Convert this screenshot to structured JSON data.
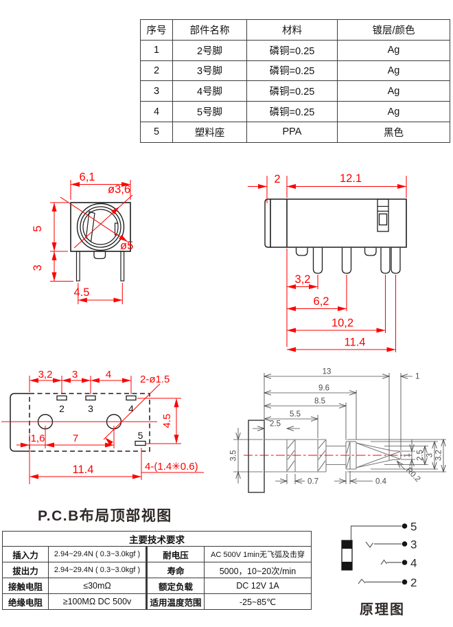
{
  "parts_table": {
    "headers": [
      "序号",
      "部件名称",
      "材料",
      "镀层/颜色"
    ],
    "rows": [
      [
        "1",
        "2号脚",
        "磷铜=0.25",
        "Ag"
      ],
      [
        "2",
        "3号脚",
        "磷铜=0.25",
        "Ag"
      ],
      [
        "3",
        "4号脚",
        "磷铜=0.25",
        "Ag"
      ],
      [
        "4",
        "5号脚",
        "磷铜=0.25",
        "Ag"
      ],
      [
        "5",
        "塑料座",
        "PPA",
        "黑色"
      ]
    ]
  },
  "front_view": {
    "dim_width": "6,1",
    "dim_tip_dia": "ø3,6",
    "dim_sleeve_dia": "ø5",
    "dim_height": "5",
    "dim_pin_len": "3",
    "dim_pin_span": "4.5"
  },
  "side_view": {
    "dim_front": "2",
    "dim_body_len": "12.1",
    "dim_pin1": "3,2",
    "dim_pin2": "6,2",
    "dim_pin3": "10,2",
    "dim_pin4": "11.4"
  },
  "pcb_view": {
    "caption": "P.C.B布局顶部视图",
    "dim_a": "3,2",
    "dim_b": "3",
    "dim_c": "4",
    "dim_holes": "2-ø1.5",
    "dim_v": "4.5",
    "dim_d": "1,6",
    "dim_e": "7",
    "dim_total": "11.4",
    "dim_pads": "4-(1.4✳0.6)",
    "pad2": "2",
    "pad3": "3",
    "pad4": "4",
    "pad5": "5"
  },
  "plug_view": {
    "dim_13": "13",
    "dim_96": "9.6",
    "dim_85": "8.5",
    "dim_55": "5.5",
    "dim_25": "2.5",
    "dim_35": "3.5",
    "dim_07": "0.7",
    "dim_04": "0.4",
    "dim_tip": "1",
    "dim_r": "R0.2",
    "dim_d1": "1",
    "dim_d25": "2.5",
    "dim_d3": "3",
    "dim_d32": "3.2"
  },
  "tech_table": {
    "title": "主要技术要求",
    "rows": [
      [
        "插入力",
        "2.94~29.4N ( 0.3~3.0kgf )",
        "耐电压",
        "AC 500V 1min无飞弧及击穿"
      ],
      [
        "拔出力",
        "2.94~29.4N ( 0.3~3.0kgf )",
        "寿命",
        "5000，10~20次/min"
      ],
      [
        "接触电阻",
        "≤30mΩ",
        "额定负载",
        "DC 12V 1A"
      ],
      [
        "绝缘电阻",
        "≥100MΩ DC 500v",
        "适用温度范围",
        "-25~85℃"
      ]
    ]
  },
  "schematic": {
    "caption": "原理图",
    "pin_top": "5",
    "pin_mid1": "3",
    "pin_mid2": "4",
    "pin_bottom": "2"
  }
}
